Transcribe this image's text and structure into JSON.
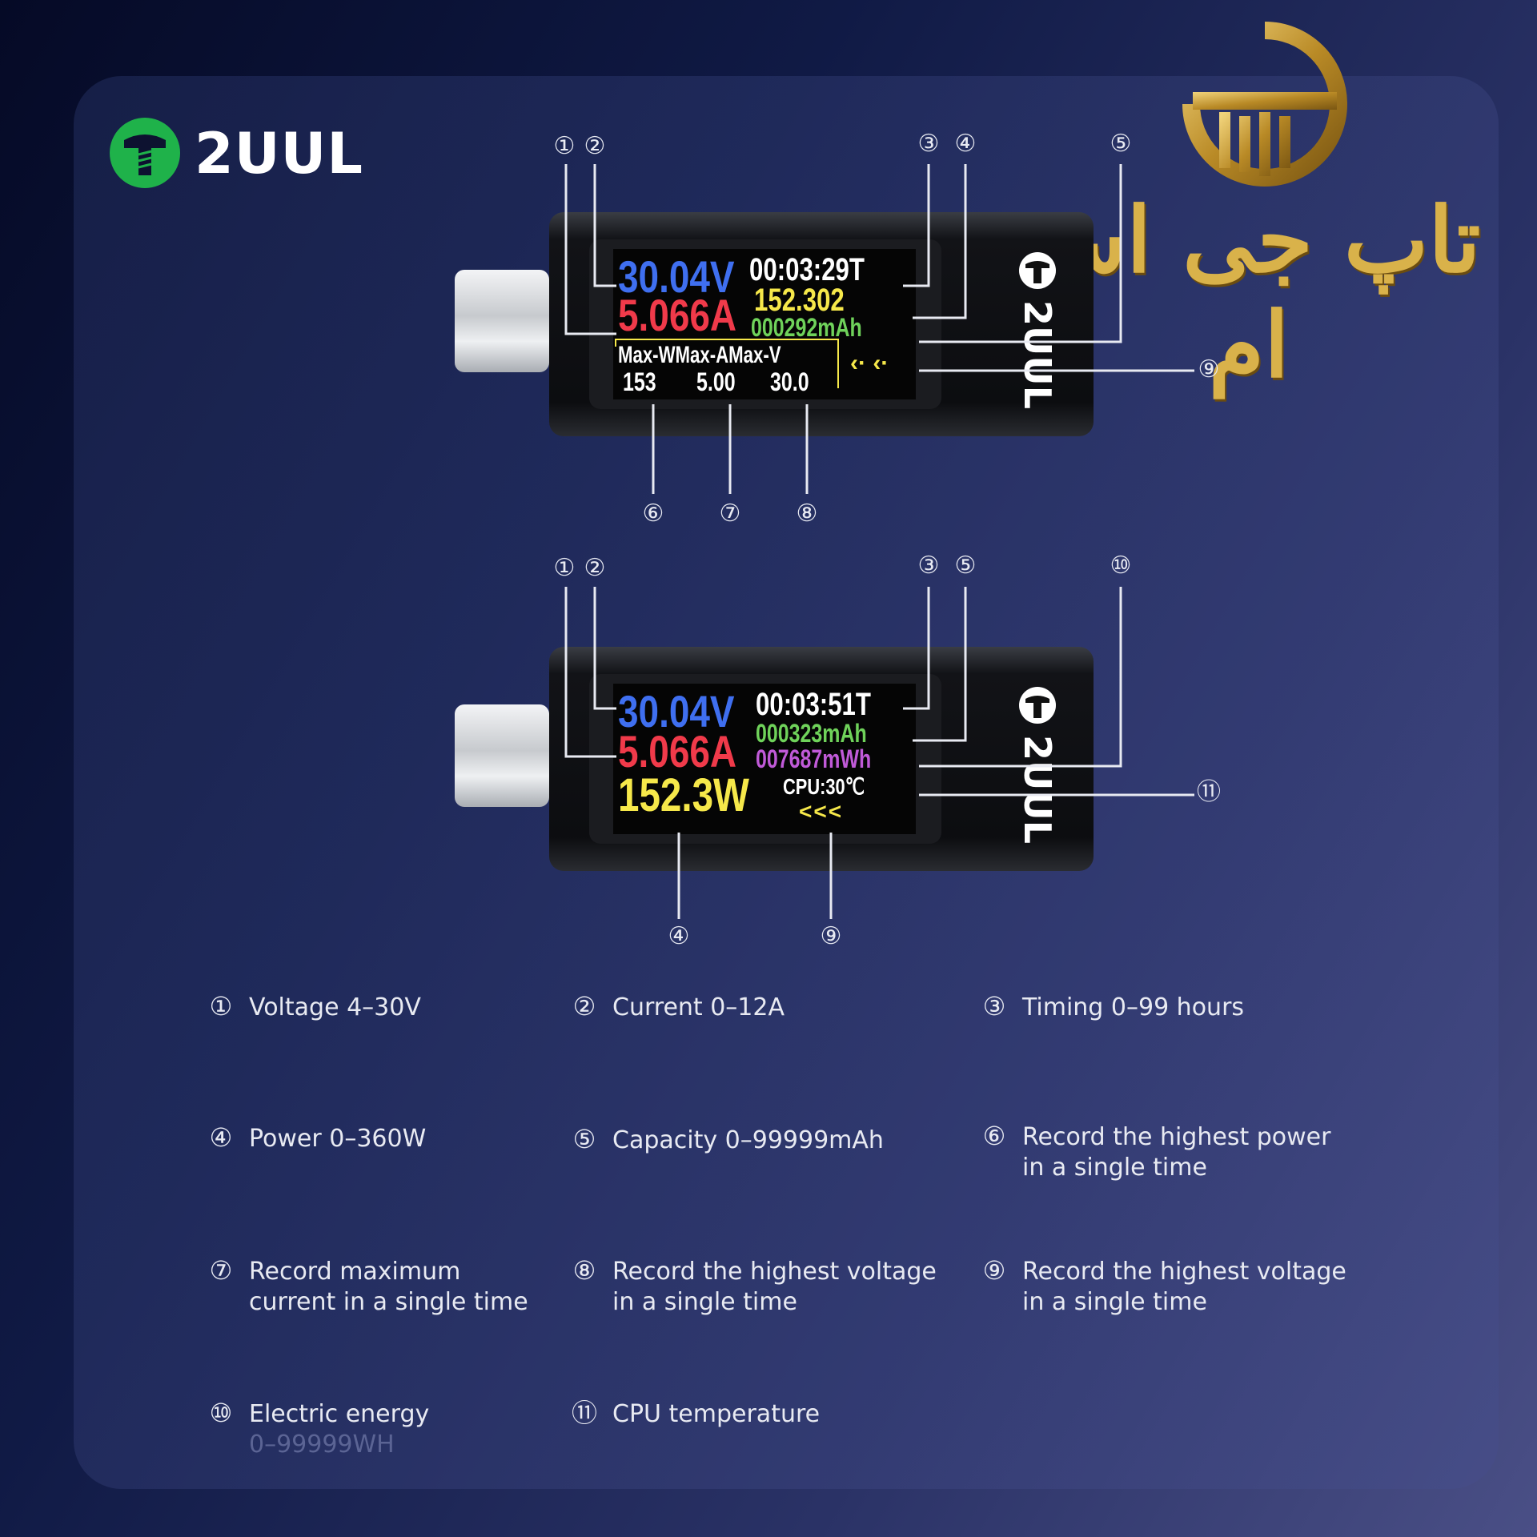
{
  "brand": {
    "name": "2UUL"
  },
  "watermark": {
    "text": "تاپ جی اس ام"
  },
  "device_top": {
    "voltage": "30.04V",
    "current": "5.066A",
    "timer": "00:03:29T",
    "power": "152.302",
    "capacity": "000292mAh",
    "max_labels": "Max-WMax-AMax-V",
    "max_w": "153",
    "max_a": "5.00",
    "max_v": "30.0",
    "direction": "‹· ‹·",
    "brand": "2UUL"
  },
  "device_bottom": {
    "voltage": "30.04V",
    "current": "5.066A",
    "power": "152.3W",
    "timer": "00:03:51T",
    "capacity": "000323mAh",
    "energy": "007687mWh",
    "cpu": "CPU:30℃",
    "direction": "<<<",
    "brand": "2UUL"
  },
  "colors": {
    "voltage": "#3f6ff0",
    "current": "#f03a4a",
    "power": "#f6e84a",
    "capacity": "#6fd25a",
    "energy": "#c05ad8",
    "accent": "#1fb24a"
  },
  "callouts": {
    "n1": "①",
    "n2": "②",
    "n3": "③",
    "n4": "④",
    "n5": "⑤",
    "n6": "⑥",
    "n7": "⑦",
    "n8": "⑧",
    "n9": "⑨",
    "n10": "⑩",
    "n11": "⑪"
  },
  "legend": [
    {
      "num": "①",
      "text": "Voltage 4–30V"
    },
    {
      "num": "②",
      "text": "Current 0–12A"
    },
    {
      "num": "③",
      "text": "Timing 0–99 hours"
    },
    {
      "num": "④",
      "text": "Power 0–360W"
    },
    {
      "num": "⑤",
      "text": "Capacity 0–99999mAh"
    },
    {
      "num": "⑥",
      "text": "Record the highest power",
      "text2": "in a single time"
    },
    {
      "num": "⑦",
      "text": "Record maximum",
      "text2": "current in a single time"
    },
    {
      "num": "⑧",
      "text": "Record the highest voltage",
      "text2": "in a single time"
    },
    {
      "num": "⑨",
      "text": "Record the highest voltage",
      "text2": "in a single time"
    },
    {
      "num": "⑩",
      "text": "Electric energy",
      "sub": "0–99999WH"
    },
    {
      "num": "⑪",
      "text": "CPU temperature"
    }
  ]
}
